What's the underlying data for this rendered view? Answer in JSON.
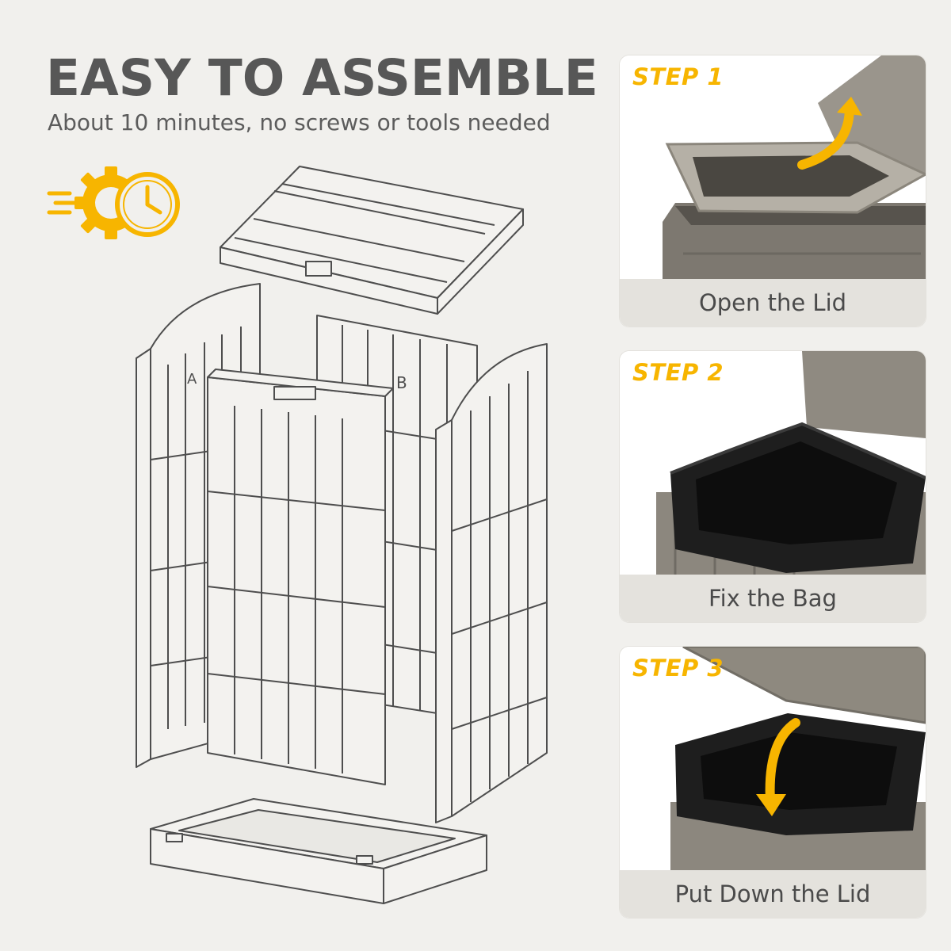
{
  "headline": "EASY TO ASSEMBLE",
  "subline": "About 10 minutes, no screws or tools needed",
  "colors": {
    "accent": "#f7b500",
    "headline": "#575757",
    "background": "#f1f0ed",
    "caption_bar": "#e4e2dd"
  },
  "icons": [
    "speed-lines-icon",
    "gear-icon",
    "clock-icon",
    "curved-arrow-up-icon",
    "curved-arrow-down-icon"
  ],
  "diagram": {
    "panel_letters": {
      "left": "A",
      "right": "B"
    }
  },
  "steps": [
    {
      "label": "STEP 1",
      "caption": "Open the Lid"
    },
    {
      "label": "STEP 2",
      "caption": "Fix the Bag"
    },
    {
      "label": "STEP 3",
      "caption": "Put Down the Lid"
    }
  ]
}
